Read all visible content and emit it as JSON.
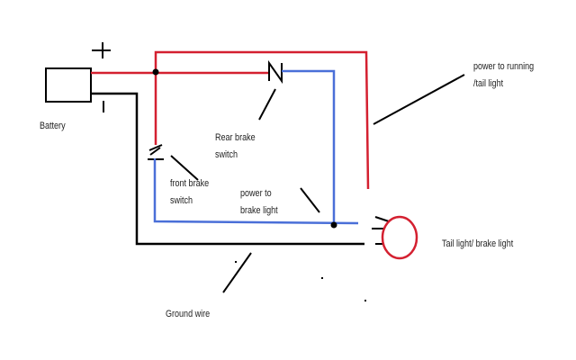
{
  "diagram": {
    "type": "wiring-diagram",
    "colors": {
      "power": "#d42030",
      "brake": "#4a6fd8",
      "ground": "#000000",
      "light": "#d42030"
    },
    "labels": {
      "plus": "+",
      "minus": "I",
      "battery": "Battery",
      "rear_brake_line1": "Rear brake",
      "rear_brake_line2": "switch",
      "front_brake_line1": "front brake",
      "front_brake_line2": "switch",
      "power_brake_line1": "power to",
      "power_brake_line2": "brake light",
      "power_running_line1": "power to running",
      "power_running_line2": "/tail light",
      "tail_light": "Tail light/ brake light",
      "ground_wire": "Ground wire"
    }
  }
}
